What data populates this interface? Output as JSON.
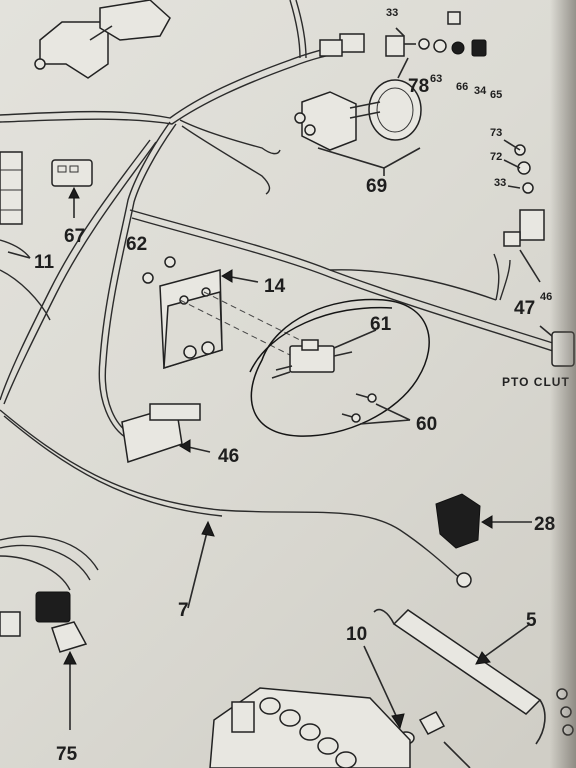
{
  "callouts": {
    "c67": "67",
    "c11": "11",
    "c62": "62",
    "c14": "14",
    "c61": "61",
    "c60": "60",
    "c46a": "46",
    "c46b": "46",
    "c47": "47",
    "c69": "69",
    "c78": "78",
    "c63": "63",
    "c66": "66",
    "c34": "34",
    "c65": "65",
    "c33a": "33",
    "c33b": "33",
    "c73": "73",
    "c72": "72",
    "c28": "28",
    "c7": "7",
    "c10": "10",
    "c5": "5",
    "c75": "75"
  },
  "labels": {
    "pto": "PTO CLUT"
  }
}
